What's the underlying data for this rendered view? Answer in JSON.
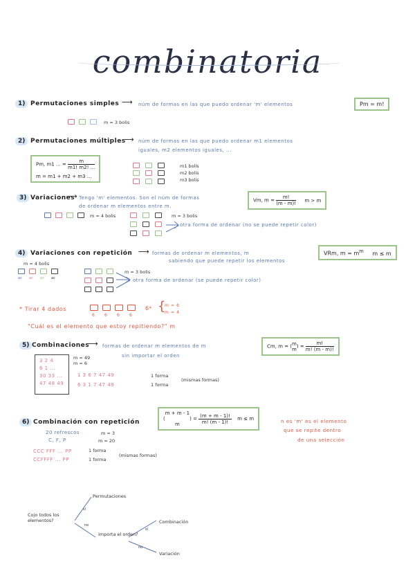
{
  "title": "combinatoria",
  "s1": {
    "num": "1)",
    "head": "Permutaciones simples",
    "desc": "núm de formas en las que puedo ordenar 'm' elementos",
    "formula": "Pm = m!",
    "example": "m = 3 bolis"
  },
  "s2": {
    "num": "2)",
    "head": "Permutaciones múltiples",
    "desc1": "núm de formas en las que puedo ordenar m1 elementos",
    "desc2": "iguales, m2 elementos iguales, ...",
    "formula_lhs": "Pm, m1 ... =",
    "formula_num": "m",
    "formula_den": "m1! m2! ...",
    "sum": "m = m1 + m2 + m3 ...",
    "labels": [
      "m1 bolis",
      "m2 bolis",
      "m3 bolis"
    ]
  },
  "s3": {
    "num": "3)",
    "head": "Variaciones",
    "desc1": "Tengo 'm' elementos. Son el núm de formas",
    "desc2": "de ordenar m elementos entre m.",
    "formula_lhs": "Vm, m =",
    "formula_num": "m!",
    "formula_den": "(m - m)!",
    "formula_cond": "m > m",
    "left_label": "m = 4 bolis",
    "right_label": "m = 3 bolis",
    "note": "otra forma de ordenar (no se puede repetir color)"
  },
  "s4": {
    "num": "4)",
    "head": "Variaciones con repetición",
    "desc1": "formas de ordenar m elementos, m",
    "desc2": "sabiendo que puede repetir los elementos",
    "formula": "VRm, m = m",
    "formula_exp": "m",
    "formula_cond": "m ≤ m",
    "left_label": "m = 4 bolis",
    "right_label": "m = 3 bolis",
    "note": "otra forma de ordenar (se puede repetir color)",
    "sub": [
      "ac",
      "ac",
      "az",
      "ac"
    ]
  },
  "dice": {
    "text": "* Tirar 4 dados",
    "letters": [
      "6",
      "6",
      "6",
      "6"
    ],
    "power": "6⁴",
    "m1": "m = 6",
    "m2": "m = 4",
    "question": "\"Cuál es el elemento que estoy repitiendo?\" m"
  },
  "s5": {
    "num": "5)",
    "head": "Combinaciones",
    "desc1": "formas de ordenar m elementos de m",
    "desc2": "sin importar el orden",
    "formula_lhs": "Cm, m =",
    "formula_mid_top": "m",
    "formula_mid_bot": "m",
    "formula_num": "m!",
    "formula_den": "m! (m - m)!",
    "grid": [
      "3  2  4",
      "6  1  ...",
      "30 33 ...",
      "",
      "47 48 49"
    ],
    "cond1": "m = 49",
    "cond2": "m = 6",
    "row1": "1  3  6  7  47  49",
    "row2": "6  3  1  7  47  49",
    "forma1": "1 forma",
    "forma2": "1 forma",
    "same": "(mismas formas)"
  },
  "s6": {
    "num": "6)",
    "head": "Combinación con repetición",
    "formula_top": "m + m - 1",
    "formula_bot": "m",
    "formula_num": "(m + m - 1)!",
    "formula_den": "m! (m - 1)!",
    "formula_cond": "m ≤ m",
    "note1": "n es 'm' es el elemento",
    "note2": "que se repite dentro",
    "note3": "de una selección",
    "ex1": "20 refrescos",
    "ex2": "C, F, P",
    "c1": "m = 3",
    "c2": "m = 20",
    "s_row1": "CCC FFF ... PP",
    "s_row2": "CCFFFF ... PP",
    "forma1": "1 forma",
    "forma2": "1 forma",
    "same": "(mismas formas)"
  },
  "tree": {
    "root": "Cojo todos los elementos?",
    "yes1": "sí",
    "no1": "no",
    "perm": "Permutaciones",
    "q2": "importa el orden?",
    "yes2": "sí",
    "no2": "no",
    "comb": "Combinación",
    "var": "Variación"
  },
  "colors": {
    "blue": "#5a78b0",
    "pink": "#e0788a",
    "green": "#9ac48a",
    "red": "#e0573f",
    "dark": "#444"
  }
}
